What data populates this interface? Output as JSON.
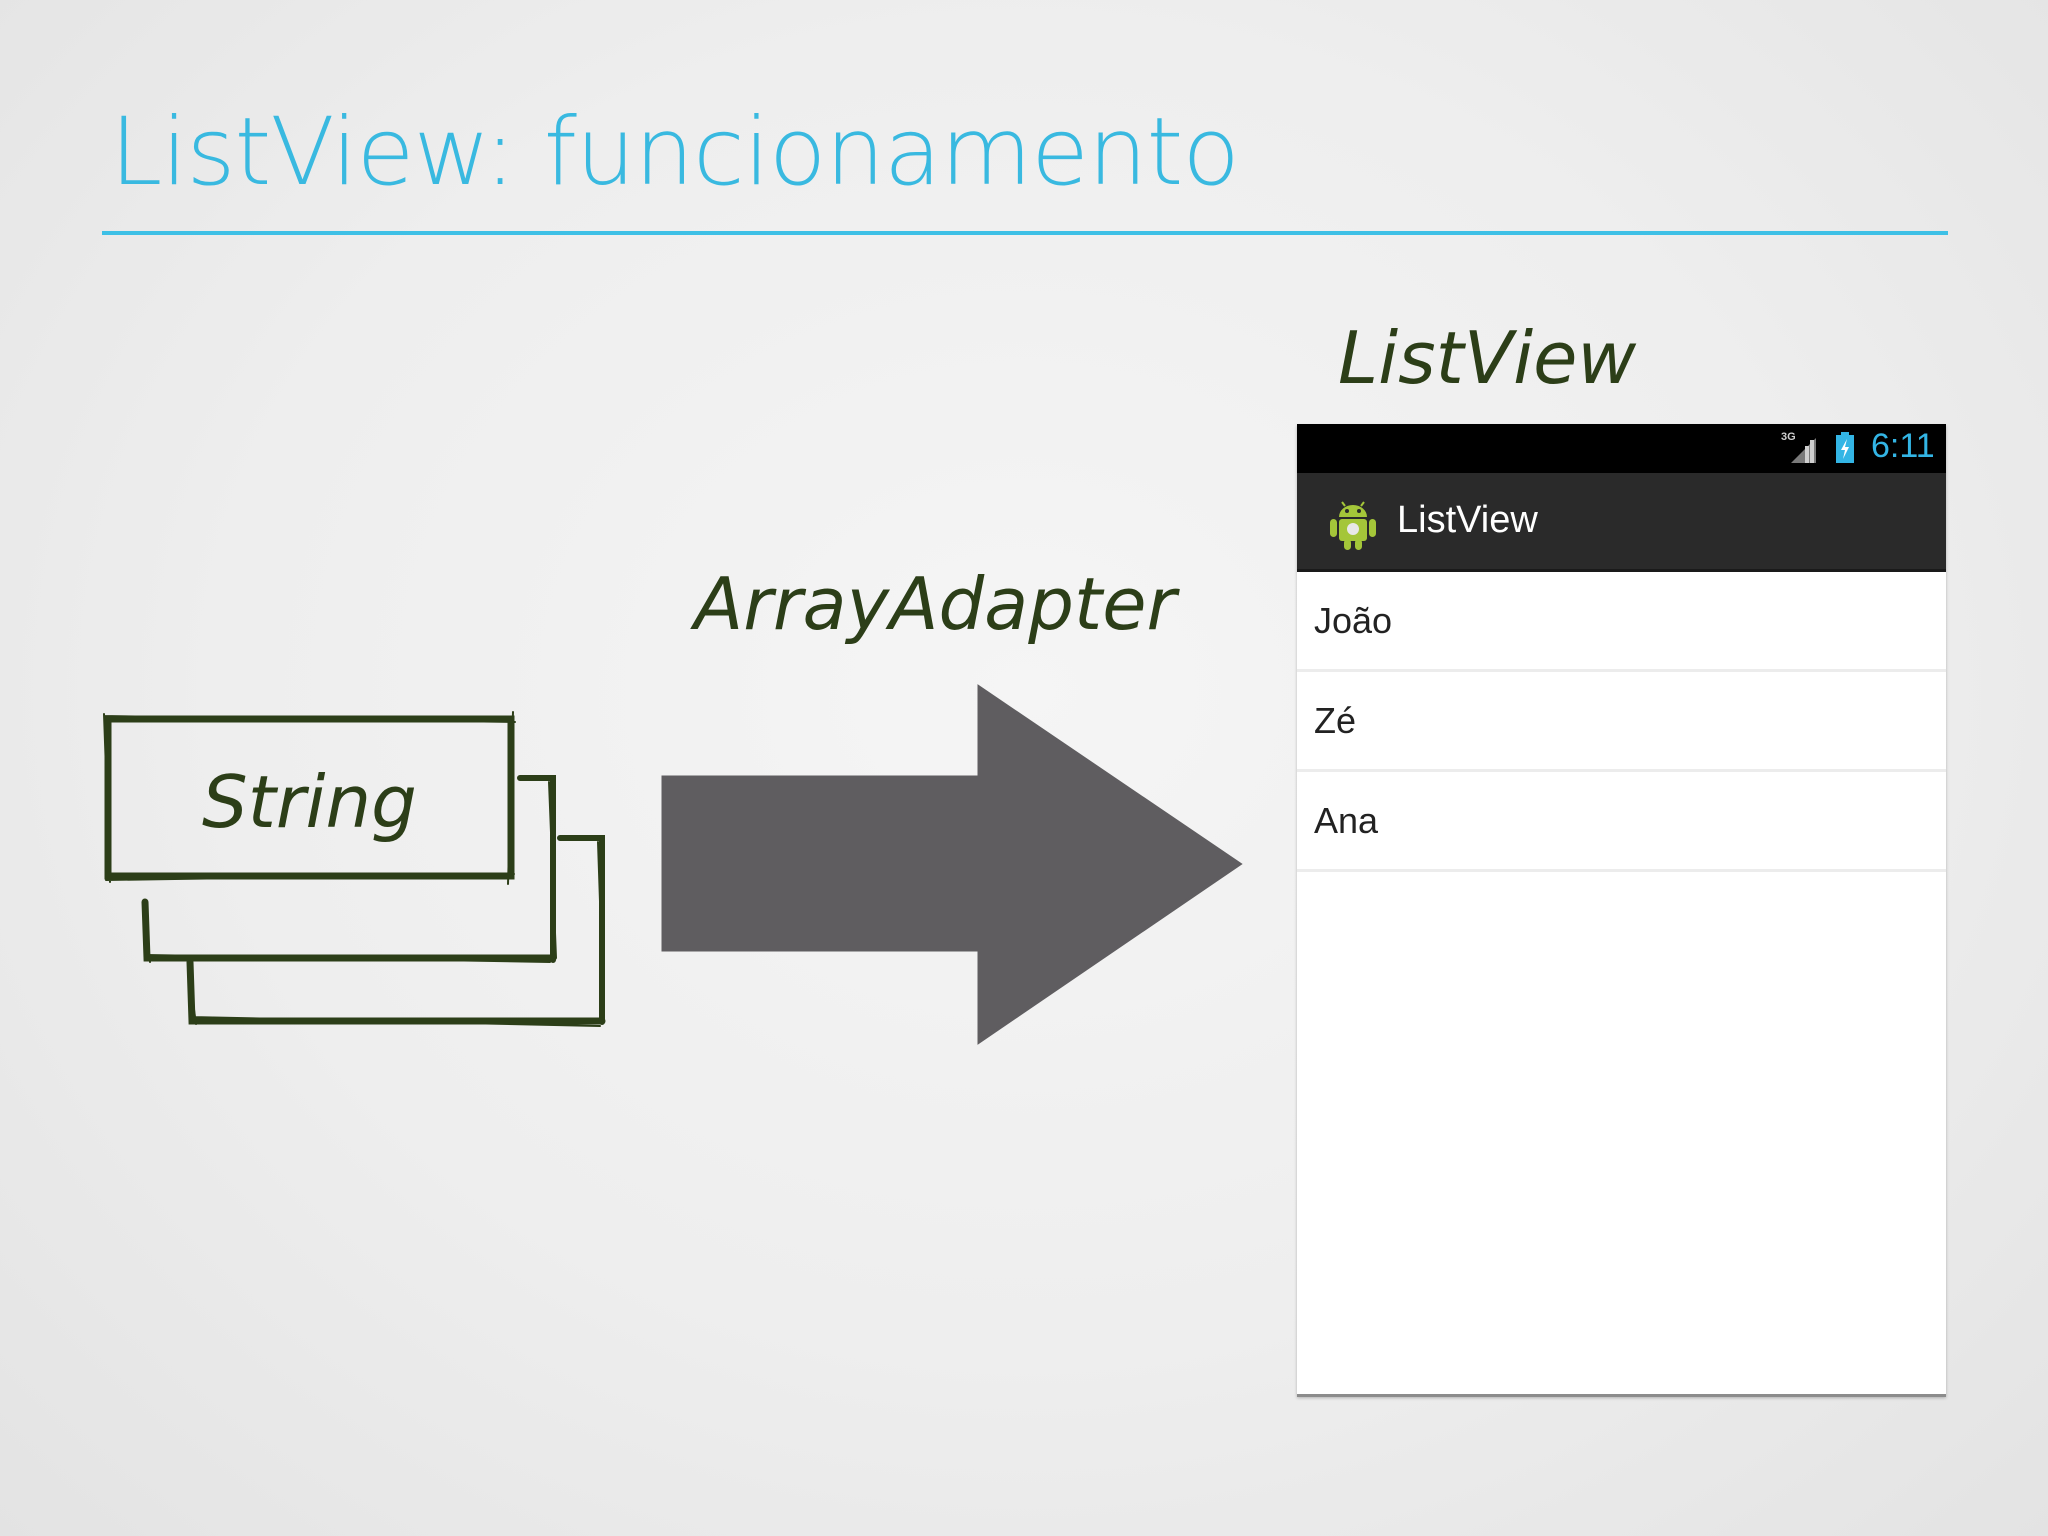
{
  "slide": {
    "title": "ListView: funcionamento"
  },
  "diagram": {
    "source_label": "String",
    "adapter_label": "ArrayAdapter",
    "target_label": "ListView"
  },
  "phone": {
    "status_bar": {
      "network": "3G",
      "time": "6:11",
      "clock_color": "#33b5e5"
    },
    "action_bar": {
      "app_title": "ListView",
      "icon": "android-icon"
    },
    "list_items": [
      "João",
      "Zé",
      "Ana"
    ]
  },
  "colors": {
    "title": "#39b9e0",
    "sketch_ink": "#2c3e18",
    "arrow": "#5f5d60"
  }
}
